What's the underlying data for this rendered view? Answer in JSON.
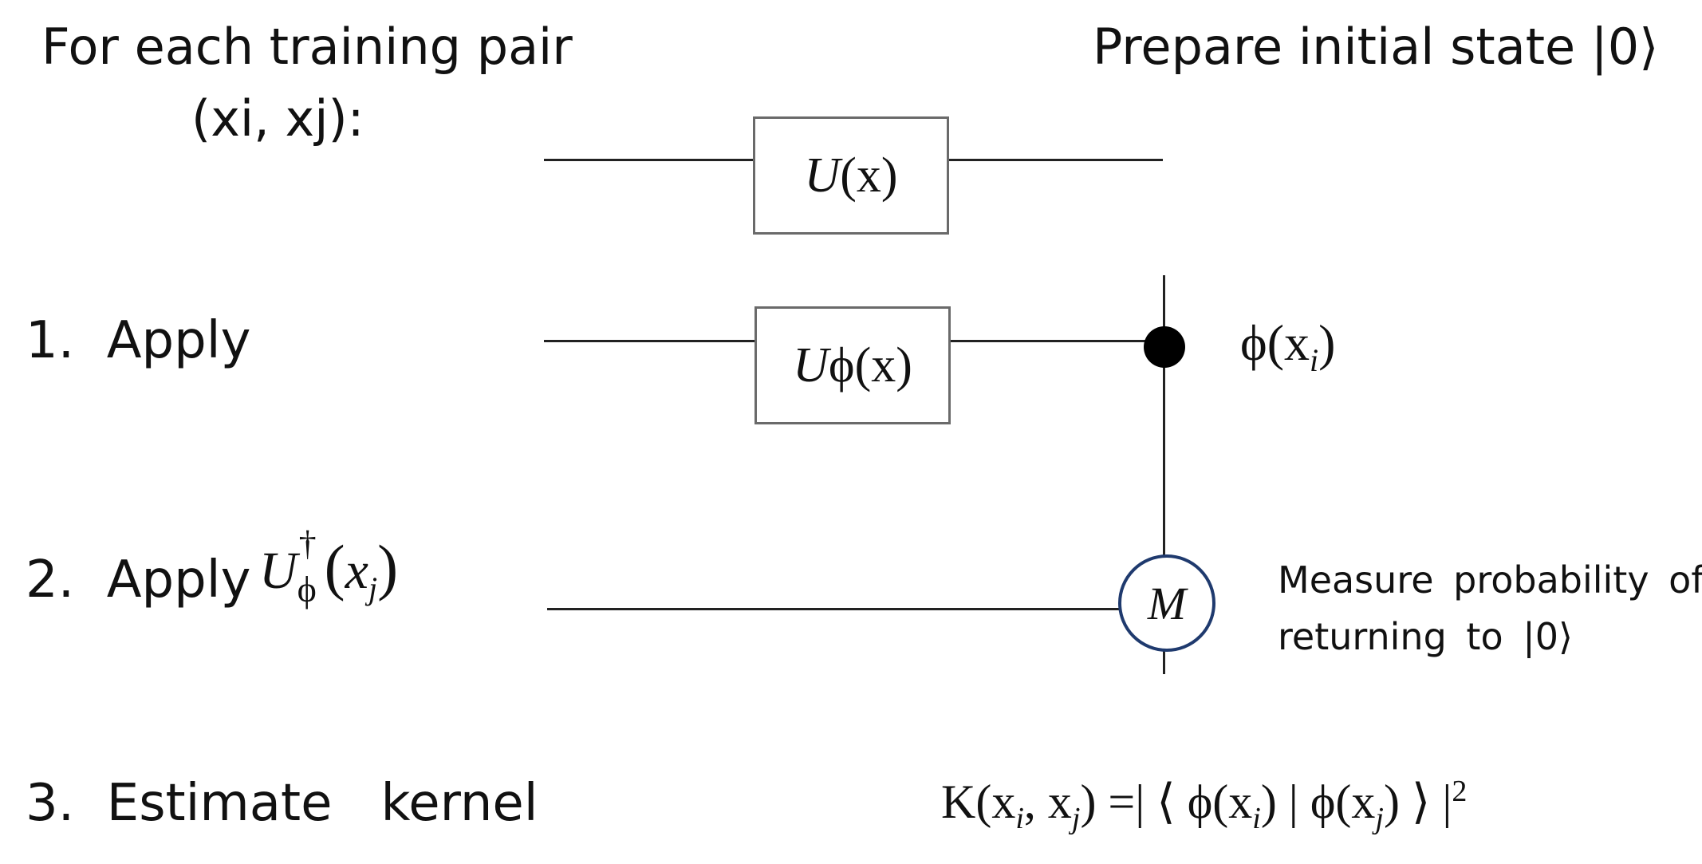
{
  "header": {
    "left_line1": "For each training pair",
    "left_line2": "(xi, xj):",
    "right": "Prepare initial state |0⟩"
  },
  "steps": [
    {
      "number": "1.",
      "label": "Apply"
    },
    {
      "number": "2.",
      "label": "Apply"
    },
    {
      "number": "3.",
      "label": "Estimate   kernel"
    }
  ],
  "gates": {
    "u_x": {
      "symbol": "U",
      "arg": "(x)"
    },
    "u_phi_x": {
      "symbol": "U",
      "phi": "ϕ",
      "arg": "(x)"
    },
    "step2_operator": {
      "symbol": "U",
      "dagger": "†",
      "phi": "ϕ",
      "open": "(",
      "var": "x",
      "sub": "j",
      "close": ")"
    },
    "measure": {
      "symbol": "M"
    }
  },
  "labels": {
    "phi_xi": {
      "phi": "ϕ",
      "open": "(x",
      "sub": "i",
      "close": ")"
    },
    "measure_line1": "Measure probability of",
    "measure_line2": "returning to |0⟩"
  },
  "kernel": {
    "K": "K",
    "open": "(x",
    "sub_i": "i",
    "comma": ", x",
    "sub_j": "j",
    "close_eq": ") =| ⟨ ϕ(x",
    "sub_i2": "i",
    "mid": ") | ϕ(x",
    "sub_j2": "j",
    "end": ") ⟩ |",
    "power": "2"
  }
}
